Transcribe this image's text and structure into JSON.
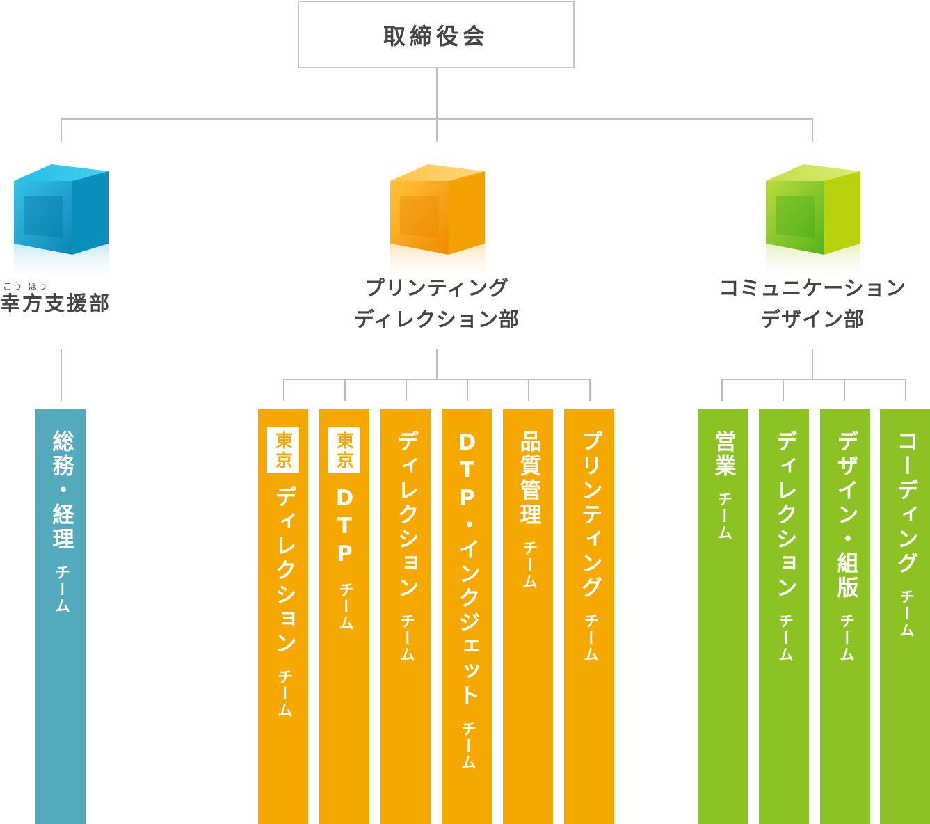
{
  "board": {
    "label": "取締役会"
  },
  "departments": [
    {
      "name_lines": [
        "幸方支援部"
      ],
      "ruby": [
        "こう",
        "ほう"
      ],
      "color": "#1aa3c8"
    },
    {
      "name_lines": [
        "プリンティング",
        "ディレクション部"
      ],
      "color": "#f5a900"
    },
    {
      "name_lines": [
        "コミュニケーション",
        "デザイン部"
      ],
      "color": "#a6cc1e"
    }
  ],
  "teams": {
    "support": [
      {
        "name": "総務・経理",
        "suffix": "チーム"
      }
    ],
    "printing": [
      {
        "tag": "東京",
        "name": "ディレクション",
        "suffix": "チーム"
      },
      {
        "tag": "東京",
        "name": "DTP",
        "suffix": "チーム"
      },
      {
        "name": "ディレクション",
        "suffix": "チーム"
      },
      {
        "name": "DTP・インクジェット",
        "suffix": "チーム"
      },
      {
        "name": "品質管理",
        "suffix": "チーム"
      },
      {
        "name": "プリンティング",
        "suffix": "チーム"
      }
    ],
    "communication": [
      {
        "name": "営業",
        "suffix": "チーム"
      },
      {
        "name": "ディレクション",
        "suffix": "チーム"
      },
      {
        "name": "デザイン・組版",
        "suffix": "チーム"
      },
      {
        "name": "コーディング",
        "suffix": "チーム"
      }
    ]
  },
  "colors": {
    "connector": "#bdbdbd",
    "support_team": "#52aabc",
    "printing_team": "#f5a900",
    "communication_team": "#8cc224"
  }
}
